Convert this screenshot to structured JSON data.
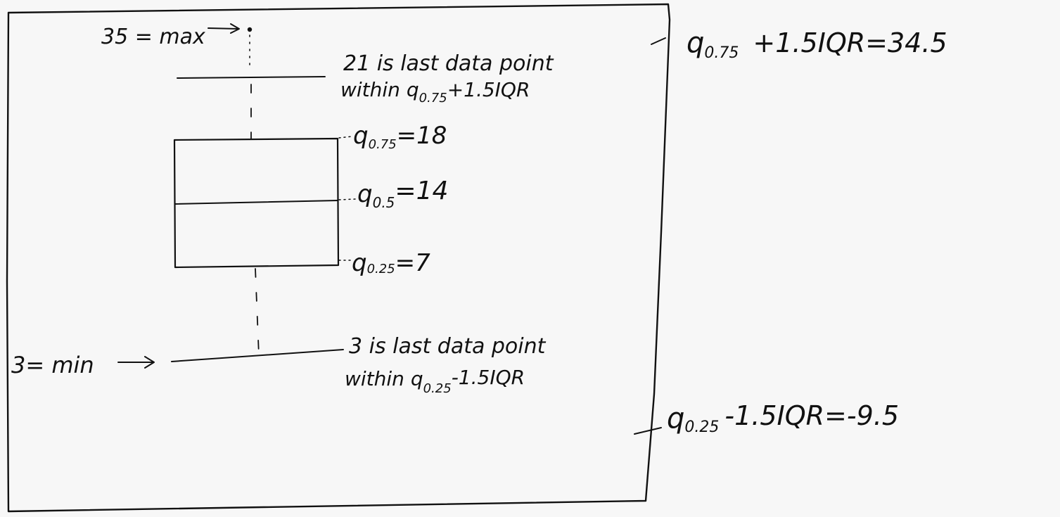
{
  "labels": {
    "max_label": "35 = max",
    "min_label": "3= min",
    "q75_prefix": "q",
    "q75_sub": "0.75",
    "q75_value": "=18",
    "q50_prefix": "q",
    "q50_sub": "0.5",
    "q50_value": "=14",
    "q25_prefix": "q",
    "q25_sub": "0.25",
    "q25_value": "=7",
    "upper_note_line1": "21 is last data point",
    "upper_note_line2_a": "within q",
    "upper_note_line2_sub": "0.75",
    "upper_note_line2_b": "+1.5IQR",
    "lower_note_line1": "3 is last data point",
    "lower_note_line2_a": "within q",
    "lower_note_line2_sub": "0.25",
    "lower_note_line2_b": "-1.5IQR",
    "upper_fence_prefix": "q",
    "upper_fence_sub": "0.75",
    "upper_fence_text": "+1.5IQR=34.5",
    "lower_fence_prefix": "q",
    "lower_fence_sub": "0.25",
    "lower_fence_text": "-1.5IQR=-9.5"
  },
  "values": {
    "max": 35,
    "min": 3,
    "q75": 18,
    "median": 14,
    "q25": 7,
    "upper_whisker_end": 21,
    "lower_whisker_end": 3,
    "upper_fence": 34.5,
    "lower_fence": -9.5
  },
  "colors": {
    "ink": "#111111",
    "paper": "#f7f7f7"
  }
}
